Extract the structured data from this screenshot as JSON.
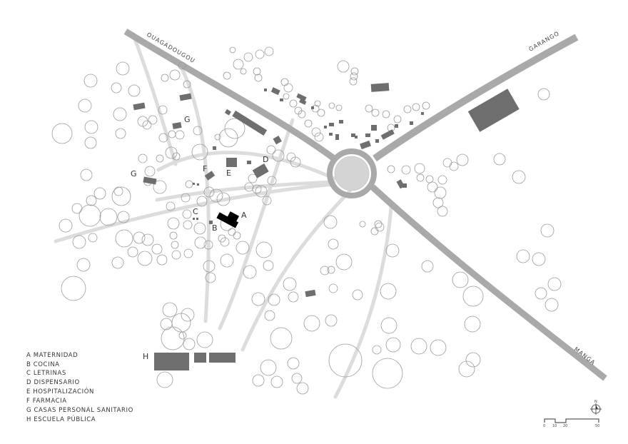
{
  "roads": {
    "northwest": "OUAGADOUGOU",
    "northeast": "GARANGO",
    "southeast": "MANGA"
  },
  "zones": {
    "A": "A",
    "B": "B",
    "C": "C",
    "D": "D",
    "E": "E",
    "F": "F",
    "G": "G",
    "H": "H"
  },
  "legend": [
    "A  MATERNIDAD",
    "B  COCINA",
    "C  LETRINAS",
    "D  DISPENSARIO",
    "E  HOSPITALIZACIÓN",
    "F  FARMACIA",
    "G  CASAS PERSONAL SANITARIO",
    "H  ESCUELA PÚBLICA"
  ],
  "north_arrow": "N",
  "scale": {
    "ticks": [
      "0",
      "10",
      "20",
      "50"
    ]
  },
  "colors": {
    "road": "#a9a9a9",
    "footpath": "#dcdcdc",
    "building": "#6e6e6e",
    "maternity": "#000000",
    "tree_outline": "#9a9a9a"
  }
}
